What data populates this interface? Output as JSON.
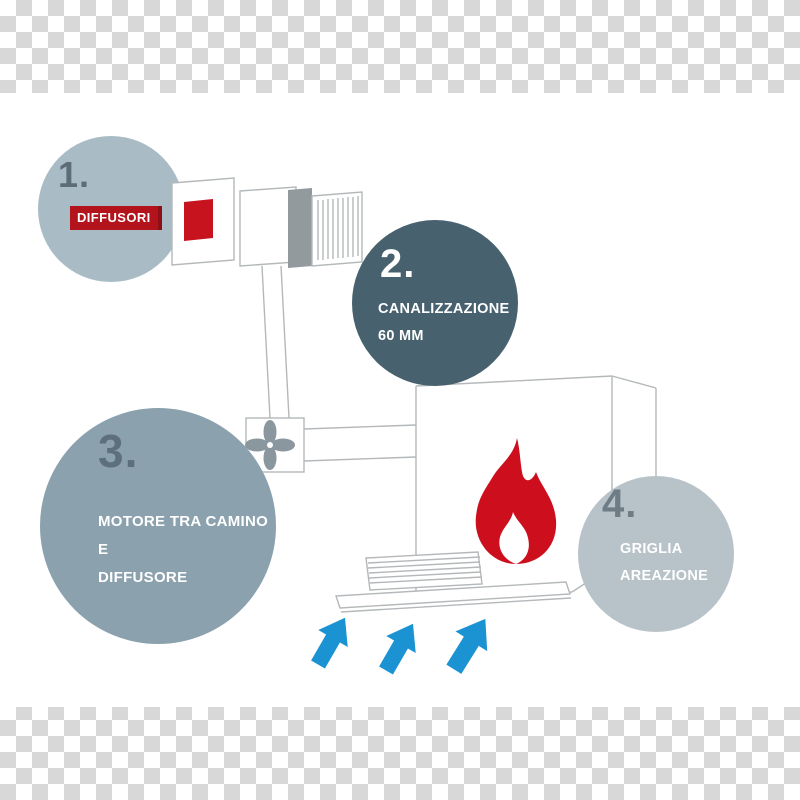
{
  "steps": [
    {
      "number": "1.",
      "lines": [
        "DIFFUSORI"
      ]
    },
    {
      "number": "2.",
      "lines": [
        "CANALIZZAZIONE",
        "60 MM"
      ]
    },
    {
      "number": "3.",
      "lines": [
        "MOTORE TRA CAMINO E",
        "DIFFUSORE"
      ]
    },
    {
      "number": "4.",
      "lines": [
        "GRIGLIA",
        "AREAZIONE"
      ]
    }
  ],
  "colors": {
    "accent_red": "#c6131d",
    "badge_red": "#b3141c",
    "arrow_blue": "#1b93d3",
    "circle_1": "#a9bcc6",
    "circle_2": "#47616e",
    "circle_3": "#8ba1ae",
    "circle_4": "#b7c2c9",
    "line_art": "#b4b8ba"
  },
  "icons": {
    "fan": "fan-icon",
    "flame": "flame-icon",
    "airflow": "airflow-arrow-icon"
  }
}
